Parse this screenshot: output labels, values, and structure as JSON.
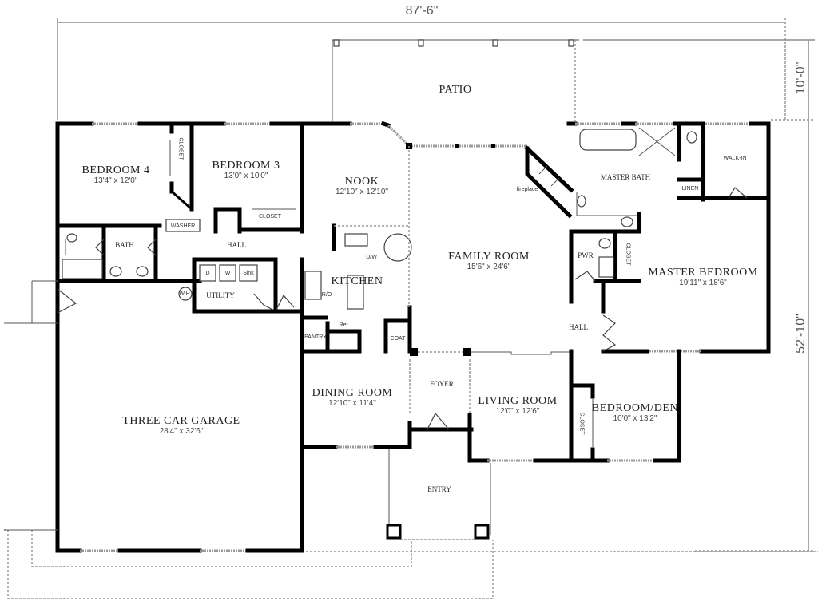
{
  "plan": {
    "overall_width": "87'-6\"",
    "patio_depth": "10'-0\"",
    "overall_depth": "52'-10\""
  },
  "rooms": {
    "patio": {
      "name": "PATIO"
    },
    "bedroom4": {
      "name": "BEDROOM 4",
      "size": "13'4\" x 12'0\""
    },
    "bedroom3": {
      "name": "BEDROOM 3",
      "size": "13'0\" x 10'0\""
    },
    "nook": {
      "name": "NOOK",
      "size": "12'10\" x 12'10\""
    },
    "family_room": {
      "name": "FAMILY ROOM",
      "size": "15'6\" x 24'6\""
    },
    "master_bath": {
      "name": "MASTER BATH"
    },
    "walk_in": {
      "name": "WALK-IN"
    },
    "linen": {
      "name": "LINEN"
    },
    "bath": {
      "name": "BATH"
    },
    "hall_west": {
      "name": "HALL"
    },
    "utility": {
      "name": "UTILITY"
    },
    "kitchen": {
      "name": "KITCHEN"
    },
    "pantry": {
      "name": "PANTRY"
    },
    "coat": {
      "name": "COAT"
    },
    "pwr": {
      "name": "PWR"
    },
    "master_bedroom": {
      "name": "MASTER BEDROOM",
      "size": "19'11\" x 18'6\""
    },
    "hall_east": {
      "name": "HALL"
    },
    "garage": {
      "name": "THREE CAR GARAGE",
      "size": "28'4\" x 32'6\""
    },
    "dining_room": {
      "name": "DINING ROOM",
      "size": "12'10\" x 11'4\""
    },
    "foyer": {
      "name": "FOYER"
    },
    "living_room": {
      "name": "LIVING ROOM",
      "size": "12'0\" x 12'6\""
    },
    "bedroom_den": {
      "name": "BEDROOM/DEN",
      "size": "10'0\" x 13'2\""
    },
    "entry": {
      "name": "ENTRY"
    }
  },
  "annotations": {
    "closet": "CLOSET",
    "closet_b4": "CLOSET",
    "closet_master": "CLOSET",
    "closet_den": "CLOSET",
    "washer": "WASHER",
    "fireplace": "fireplace",
    "dw": "D/W",
    "ro": "R/O",
    "ref": "Ref",
    "wh": "W.H.",
    "dryer": "D",
    "w": "W",
    "sink": "Sink"
  }
}
